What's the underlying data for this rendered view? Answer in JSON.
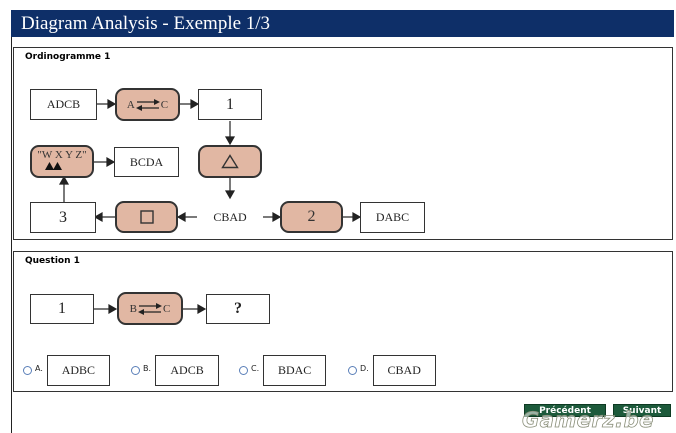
{
  "window": {
    "title": "Diagram Analysis - Exemple 1/3"
  },
  "flowchart": {
    "title": "Ordinogramme 1",
    "boxes": {
      "adcb": "ADCB",
      "one": "1",
      "bcda": "BCDA",
      "three": "3",
      "cbad": "CBAD",
      "dabc": "DABC"
    },
    "ops": {
      "swap_left": "A",
      "swap_right": "C",
      "two": "2",
      "wxyz": "\"W X Y Z\""
    }
  },
  "question": {
    "title": "Question 1",
    "start": "1",
    "op_left": "B",
    "op_right": "C",
    "unknown": "?",
    "options": [
      {
        "letter": "A.",
        "value": "ADBC"
      },
      {
        "letter": "B.",
        "value": "ADCB"
      },
      {
        "letter": "C.",
        "value": "BDAC"
      },
      {
        "letter": "D.",
        "value": "CBAD"
      }
    ]
  },
  "nav": {
    "prev": "Précédent",
    "next": "Suivant"
  },
  "watermark": "Gamerz.be",
  "colors": {
    "header": "#0e2f68",
    "op_fill": "#e1b7a3",
    "nav_button": "#1d5a3b",
    "radio": "#5a7fb8"
  }
}
